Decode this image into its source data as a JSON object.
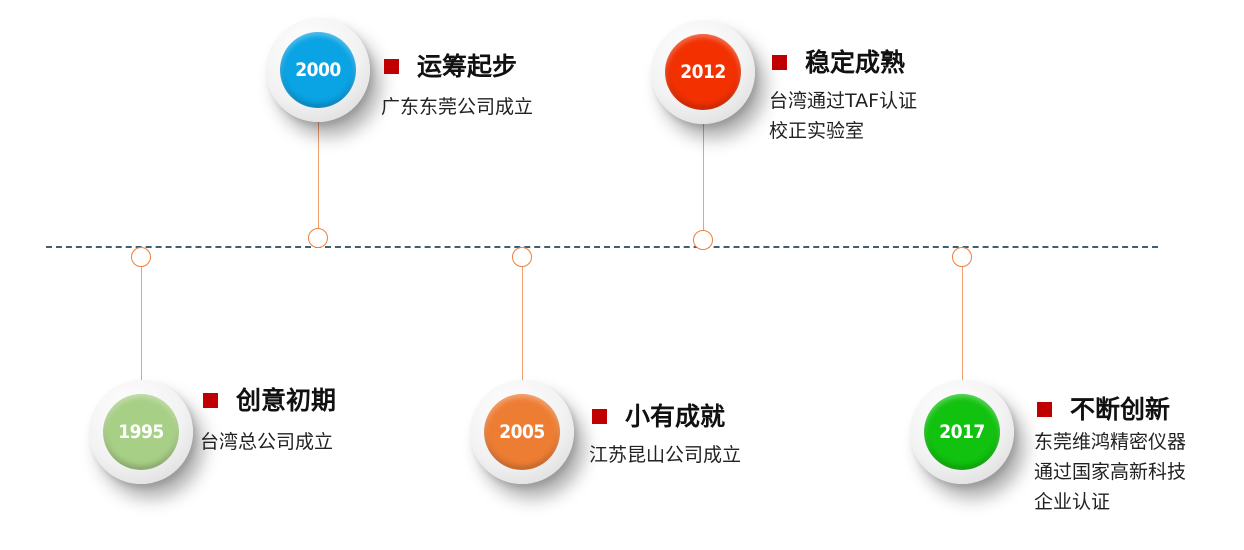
{
  "milestones": [
    {
      "year": "2000",
      "title": "运筹起步",
      "lines": [
        "广东东莞公司成立"
      ],
      "color": "#0aa3e4"
    },
    {
      "year": "2012",
      "title": "稳定成熟",
      "lines": [
        "台湾通过TAF认证",
        "校正实验室"
      ],
      "color": "#f23000"
    },
    {
      "year": "1995",
      "title": "创意初期",
      "lines": [
        "台湾总公司成立"
      ],
      "color": "#a8cf86"
    },
    {
      "year": "2005",
      "title": "小有成就",
      "lines": [
        "江苏昆山公司成立"
      ],
      "color": "#ee7d34"
    },
    {
      "year": "2017",
      "title": "不断创新",
      "lines": [
        "东莞维鸿精密仪器",
        "通过国家高新科技",
        "企业认证"
      ],
      "color": "#11c20e"
    }
  ],
  "colors": {
    "axis": "#3f5f74",
    "connector": "#f0a070",
    "dot_border": "#ef7f3a",
    "title_marker": "#c00000"
  }
}
